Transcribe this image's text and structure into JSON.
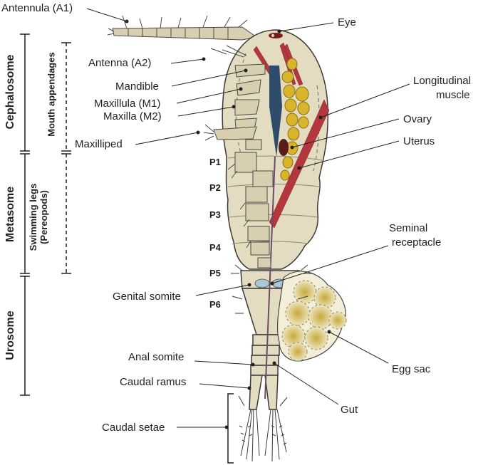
{
  "labels": {
    "antennula": "Antennula (A1)",
    "eye": "Eye",
    "antenna": "Antenna (A2)",
    "mandible": "Mandible",
    "maxillula": "Maxillula (M1)",
    "maxilla": "Maxilla (M2)",
    "maxilliped": "Maxilliped",
    "longitudinal_muscle_line1": "Longitudinal",
    "longitudinal_muscle_line2": "muscle",
    "ovary": "Ovary",
    "uterus": "Uterus",
    "seminal_receptacle_line1": "Seminal",
    "seminal_receptacle_line2": "receptacle",
    "genital_somite": "Genital somite",
    "anal_somite": "Anal somite",
    "caudal_ramus": "Caudal ramus",
    "caudal_setae": "Caudal setae",
    "egg_sac": "Egg sac",
    "gut": "Gut"
  },
  "legs": [
    "P1",
    "P2",
    "P3",
    "P4",
    "P5",
    "P6"
  ],
  "regions": {
    "cephalosome": "Cephalosome",
    "metasome": "Metasome",
    "urosome": "Urosome"
  },
  "appendage_groups": {
    "mouth_appendages": "Mouth appendages",
    "swimming_legs_line1": "Swimming legs",
    "swimming_legs_line2": "(Pereopods)"
  },
  "colors": {
    "body_fill": "#e3dcc0",
    "outline": "#3a3a3a",
    "muscle": "#b3373d",
    "ovary": "#d9b52c",
    "gut": "#2f4d6b",
    "egg_sac": "#d6c25a",
    "leader_line": "#231f20"
  }
}
